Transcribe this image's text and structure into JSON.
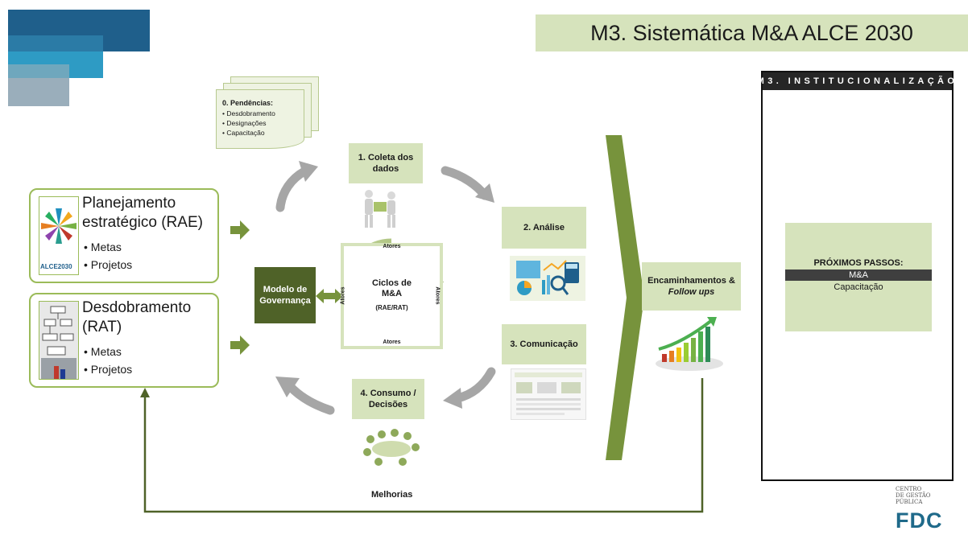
{
  "title": "M3. Sistemática M&A ALCE 2030",
  "pendencias": {
    "title": "0. Pendências:",
    "items": [
      "Desdobramento",
      "Designações",
      "Capacitação"
    ]
  },
  "planejamento": {
    "title_line1": "Planejamento",
    "title_line2": "estratégico (RAE)",
    "bullets": [
      "Metas",
      "Projetos"
    ],
    "logo_text": "ALCE2030"
  },
  "desdobramento": {
    "title_line1": "Desdobramento",
    "title_line2": "(RAT)",
    "bullets": [
      "Metas",
      "Projetos"
    ]
  },
  "governanca": {
    "line1": "Modelo de",
    "line2": "Governança"
  },
  "ciclo": {
    "line1": "Ciclos de",
    "line2": "M&A",
    "line3": "(RAE/RAT)",
    "atores": "Atores"
  },
  "steps": {
    "coleta_1": "1. Coleta dos",
    "coleta_2": "dados",
    "analise": "2. Análise",
    "comunicacao": "3. Comunicação",
    "consumo_1": "4. Consumo /",
    "consumo_2": "Decisões"
  },
  "encaminhamentos": {
    "line1": "Encaminhamentos &",
    "line2": "Follow ups"
  },
  "melhorias": "Melhorias",
  "institucionalizacao": {
    "header": "M3. INSTITUCIONALIZAÇÃO",
    "next_title": "PRÓXIMOS PASSOS:",
    "highlight": "M&A",
    "item": "Capacitação"
  },
  "brand": {
    "line1": "CENTRO",
    "line2": "DE GESTÃO",
    "line3": "PÚBLICA",
    "logo": "FDC"
  },
  "colors": {
    "dark_green": "#4f6228",
    "light_green": "#d6e3bc",
    "mid_green": "#77933c",
    "corner_blue": "#1f5f8b",
    "corner_cyan": "#2e9bc4",
    "corner_grey": "#9aaebb"
  }
}
